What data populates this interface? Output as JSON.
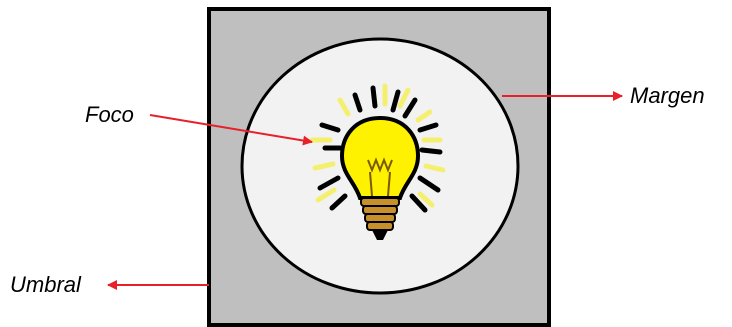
{
  "labels": {
    "foco": "Foco",
    "margen": "Margen",
    "umbral": "Umbral"
  },
  "icons": {
    "center": "lightbulb-icon"
  },
  "colors": {
    "square_fill": "#bfbfbf",
    "circle_fill": "#f2f2f2",
    "outline": "#000000",
    "arrow": "#e8202a",
    "bulb_yellow": "#fff200",
    "rays_yellow": "#f5ef70"
  }
}
